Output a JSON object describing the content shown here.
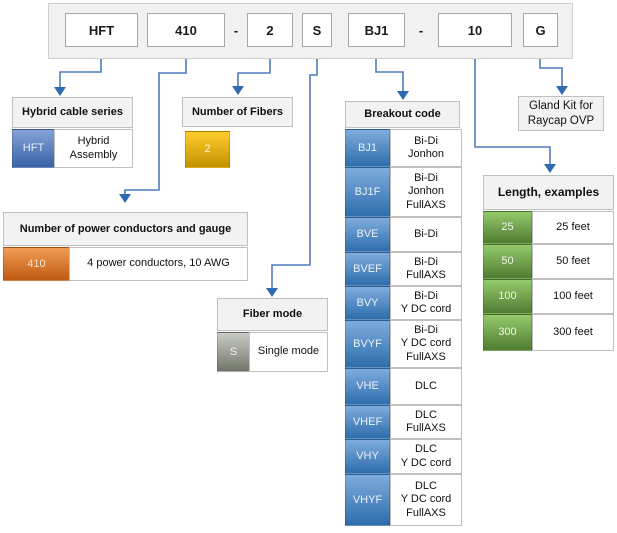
{
  "part_code": {
    "segments": [
      "HFT",
      "410",
      "-",
      "2",
      "S",
      "BJ1",
      "-",
      "10",
      "G"
    ]
  },
  "hybrid": {
    "title": "Hybrid cable series",
    "code": "HFT",
    "desc": "Hybrid\nAssembly"
  },
  "fibers": {
    "title": "Number of Fibers",
    "code": "2"
  },
  "power": {
    "title": "Number of power conductors and gauge",
    "code": "410",
    "desc": "4 power conductors, 10 AWG"
  },
  "fiber_mode": {
    "title": "Fiber mode",
    "code": "S",
    "desc": "Single mode"
  },
  "breakout": {
    "title": "Breakout code",
    "rows": [
      {
        "code": "BJ1",
        "desc": "Bi-Di\nJonhon"
      },
      {
        "code": "BJ1F",
        "desc": "Bi-Di\nJonhon\nFullAXS"
      },
      {
        "code": "BVE",
        "desc": "Bi-Di"
      },
      {
        "code": "BVEF",
        "desc": "Bi-Di\nFullAXS"
      },
      {
        "code": "BVY",
        "desc": "Bi-Di\nY DC cord"
      },
      {
        "code": "BVYF",
        "desc": "Bi-Di\nY DC cord\nFullAXS"
      },
      {
        "code": "VHE",
        "desc": "DLC"
      },
      {
        "code": "VHEF",
        "desc": "DLC\nFullAXS"
      },
      {
        "code": "VHY",
        "desc": "DLC\nY DC cord"
      },
      {
        "code": "VHYF",
        "desc": "DLC\nY DC cord\nFullAXS"
      }
    ]
  },
  "gland": {
    "text": "Gland Kit for\nRaycap OVP"
  },
  "length": {
    "title": "Length, examples",
    "rows": [
      {
        "code": "25",
        "desc": "25 feet"
      },
      {
        "code": "50",
        "desc": "50 feet"
      },
      {
        "code": "100",
        "desc": "100 feet"
      },
      {
        "code": "300",
        "desc": "300 feet"
      }
    ]
  },
  "colors": {
    "connector_blue": "#4f7cbc",
    "arrow_blue": "#2e6bae",
    "series_blue": "#3a62a8",
    "breakout_blue": "#2e6dae",
    "power_orange": "#c05a11",
    "fibers_yellow": "#e0a800",
    "mode_gray": "#72766a",
    "length_green": "#4f7d33",
    "header_gray": "#f2f2f2"
  }
}
